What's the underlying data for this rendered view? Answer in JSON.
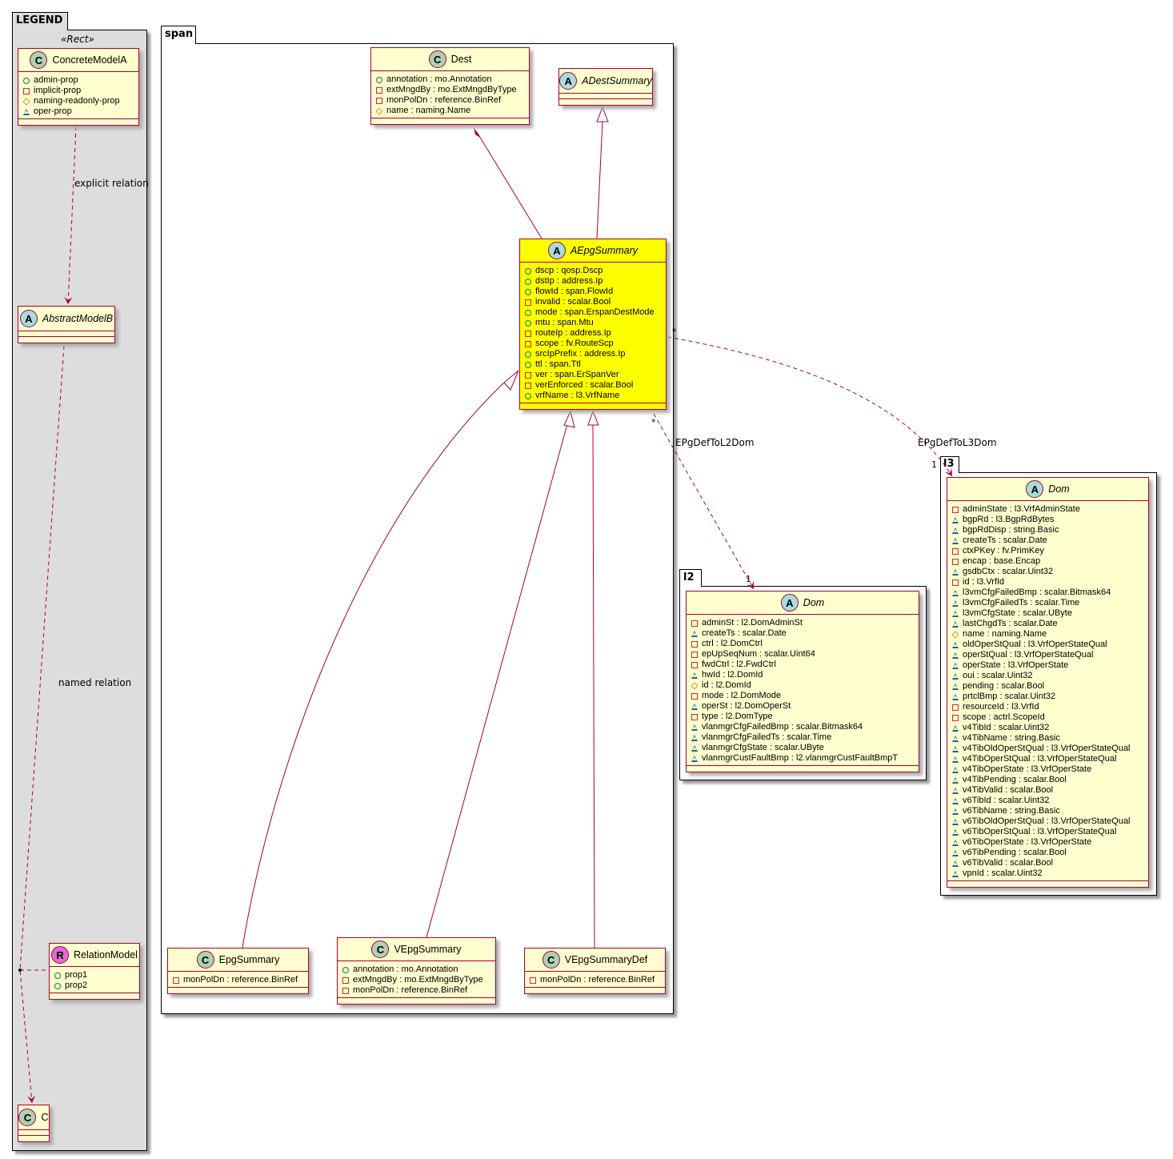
{
  "packages": {
    "legend": {
      "name": "LEGEND",
      "stereotype": "«Rect»"
    },
    "span": {
      "name": "span"
    },
    "l2": {
      "name": "l2"
    },
    "l3": {
      "name": "l3"
    }
  },
  "classes": {
    "concreteModelA": {
      "kind": "C",
      "name": "ConcreteModelA",
      "members": [
        [
          "pub",
          "admin-prop"
        ],
        [
          "priv",
          "implicit-prop"
        ],
        [
          "prot",
          "naming-readonly-prop"
        ],
        [
          "pkg",
          "oper-prop"
        ]
      ]
    },
    "abstractModelB": {
      "kind": "A",
      "name": "AbstractModelB",
      "members": []
    },
    "relationModel": {
      "kind": "R",
      "name": "RelationModel",
      "members": [
        [
          "pub",
          "prop1"
        ],
        [
          "pub",
          "prop2"
        ]
      ]
    },
    "c": {
      "kind": "C",
      "name": "C",
      "members": []
    },
    "dest": {
      "kind": "C",
      "name": "Dest",
      "members": [
        [
          "pub",
          "annotation : mo.Annotation"
        ],
        [
          "priv",
          "extMngdBy : mo.ExtMngdByType"
        ],
        [
          "priv",
          "monPolDn : reference.BinRef"
        ],
        [
          "prot",
          "name : naming.Name"
        ]
      ]
    },
    "aDestSummary": {
      "kind": "A",
      "name": "ADestSummary",
      "members": []
    },
    "aEpgSummary": {
      "kind": "A",
      "name": "AEpgSummary",
      "highlight": "#FFFF00",
      "members": [
        [
          "pub",
          "dscp : qosp.Dscp"
        ],
        [
          "pub",
          "dstIp : address.Ip"
        ],
        [
          "pub",
          "flowId : span.FlowId"
        ],
        [
          "priv",
          "invalid : scalar.Bool"
        ],
        [
          "pub",
          "mode : span.ErspanDestMode"
        ],
        [
          "pub",
          "mtu : span.Mtu"
        ],
        [
          "priv",
          "routeIp : address.Ip"
        ],
        [
          "priv",
          "scope : fv.RouteScp"
        ],
        [
          "pub",
          "srcIpPrefix : address.Ip"
        ],
        [
          "pub",
          "ttl : span.Ttl"
        ],
        [
          "priv",
          "ver : span.ErSpanVer"
        ],
        [
          "priv",
          "verEnforced : scalar.Bool"
        ],
        [
          "pub",
          "vrfName : l3.VrfName"
        ]
      ]
    },
    "epgSummary": {
      "kind": "C",
      "name": "EpgSummary",
      "members": [
        [
          "priv",
          "monPolDn : reference.BinRef"
        ]
      ]
    },
    "vEpgSummary": {
      "kind": "C",
      "name": "VEpgSummary",
      "members": [
        [
          "pub",
          "annotation : mo.Annotation"
        ],
        [
          "priv",
          "extMngdBy : mo.ExtMngdByType"
        ],
        [
          "priv",
          "monPolDn : reference.BinRef"
        ]
      ]
    },
    "vEpgSummaryDef": {
      "kind": "C",
      "name": "VEpgSummaryDef",
      "members": [
        [
          "priv",
          "monPolDn : reference.BinRef"
        ]
      ]
    },
    "l2Dom": {
      "kind": "A",
      "name": "Dom",
      "members": [
        [
          "priv",
          "adminSt : l2.DomAdminSt"
        ],
        [
          "pkg",
          "createTs : scalar.Date"
        ],
        [
          "priv",
          "ctrl : l2.DomCtrl"
        ],
        [
          "priv",
          "epUpSeqNum : scalar.Uint64"
        ],
        [
          "priv",
          "fwdCtrl : l2.FwdCtrl"
        ],
        [
          "pkg",
          "hwId : l2.DomId"
        ],
        [
          "prot",
          "id : l2.DomId"
        ],
        [
          "priv",
          "mode : l2.DomMode"
        ],
        [
          "pkg",
          "operSt : l2.DomOperSt"
        ],
        [
          "priv",
          "type : l2.DomType"
        ],
        [
          "pkg",
          "vlanmgrCfgFailedBmp : scalar.Bitmask64"
        ],
        [
          "pkg",
          "vlanmgrCfgFailedTs : scalar.Time"
        ],
        [
          "pkg",
          "vlanmgrCfgState : scalar.UByte"
        ],
        [
          "pkg",
          "vlanmgrCustFaultBmp : l2.vlanmgrCustFaultBmpT"
        ]
      ]
    },
    "l3Dom": {
      "kind": "A",
      "name": "Dom",
      "members": [
        [
          "priv",
          "adminState : l3.VrfAdminState"
        ],
        [
          "pkg",
          "bgpRd : l3.BgpRdBytes"
        ],
        [
          "pkg",
          "bgpRdDisp : string.Basic"
        ],
        [
          "pkg",
          "createTs : scalar.Date"
        ],
        [
          "priv",
          "ctxPKey : fv.PrimKey"
        ],
        [
          "priv",
          "encap : base.Encap"
        ],
        [
          "pkg",
          "gsdbCtx : scalar.Uint32"
        ],
        [
          "priv",
          "id : l3.VrfId"
        ],
        [
          "pkg",
          "l3vmCfgFailedBmp : scalar.Bitmask64"
        ],
        [
          "pkg",
          "l3vmCfgFailedTs : scalar.Time"
        ],
        [
          "pkg",
          "l3vmCfgState : scalar.UByte"
        ],
        [
          "pkg",
          "lastChgdTs : scalar.Date"
        ],
        [
          "prot",
          "name : naming.Name"
        ],
        [
          "pkg",
          "oldOperStQual : l3.VrfOperStateQual"
        ],
        [
          "pkg",
          "operStQual : l3.VrfOperStateQual"
        ],
        [
          "pkg",
          "operState : l3.VrfOperState"
        ],
        [
          "pkg",
          "oui : scalar.Uint32"
        ],
        [
          "pkg",
          "pending : scalar.Bool"
        ],
        [
          "pkg",
          "prtclBmp : scalar.Uint32"
        ],
        [
          "priv",
          "resourceId : l3.VrfId"
        ],
        [
          "priv",
          "scope : actrl.ScopeId"
        ],
        [
          "pkg",
          "v4TibId : scalar.Uint32"
        ],
        [
          "pkg",
          "v4TibName : string.Basic"
        ],
        [
          "pkg",
          "v4TibOldOperStQual : l3.VrfOperStateQual"
        ],
        [
          "pkg",
          "v4TibOperStQual : l3.VrfOperStateQual"
        ],
        [
          "pkg",
          "v4TibOperState : l3.VrfOperState"
        ],
        [
          "pkg",
          "v4TibPending : scalar.Bool"
        ],
        [
          "pkg",
          "v4TibValid : scalar.Bool"
        ],
        [
          "pkg",
          "v6TibId : scalar.Uint32"
        ],
        [
          "pkg",
          "v6TibName : string.Basic"
        ],
        [
          "pkg",
          "v6TibOldOperStQual : l3.VrfOperStateQual"
        ],
        [
          "pkg",
          "v6TibOperStQual : l3.VrfOperStateQual"
        ],
        [
          "pkg",
          "v6TibOperState : l3.VrfOperState"
        ],
        [
          "pkg",
          "v6TibPending : scalar.Bool"
        ],
        [
          "pkg",
          "v6TibValid : scalar.Bool"
        ],
        [
          "pkg",
          "vpnId : scalar.Uint32"
        ]
      ]
    }
  },
  "relations": {
    "explicit": "explicit relation",
    "named": "named relation",
    "l2": {
      "label": "EPgDefToL2Dom",
      "from_mult": "*",
      "to_mult": "1"
    },
    "l3": {
      "label": "EPgDefToL3Dom",
      "from_mult": "*",
      "to_mult": "1"
    }
  },
  "colors": {
    "line": "#A80036",
    "class_bg": "#FEFECE",
    "legend_bg": "#DDDDDD",
    "C": "#ADD1B2",
    "A": "#A9DCDF",
    "R": "#E06CD8"
  }
}
